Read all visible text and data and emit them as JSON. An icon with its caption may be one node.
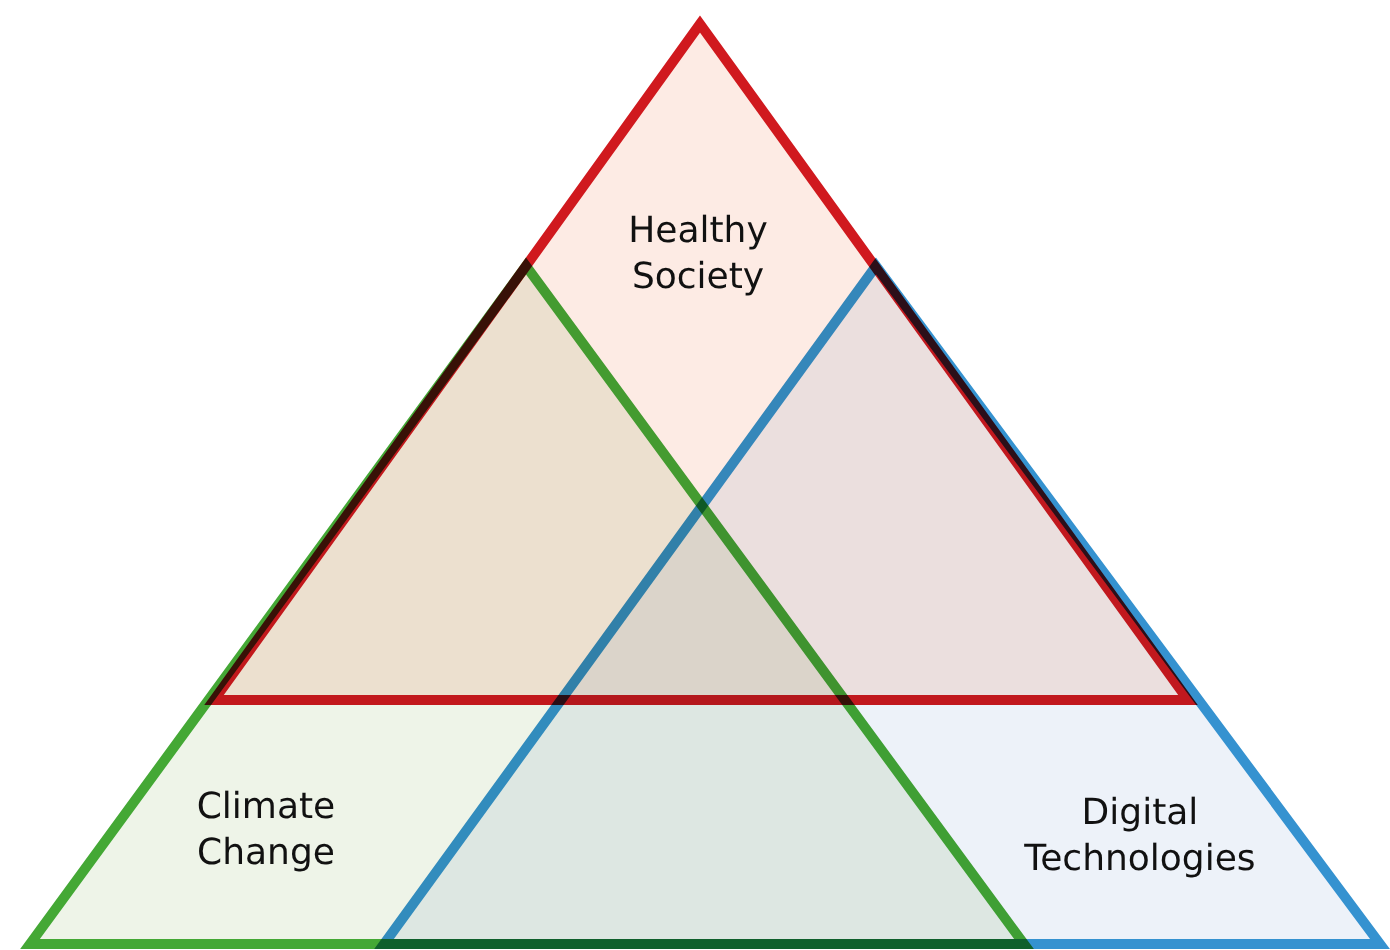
{
  "diagram": {
    "nodes": [
      {
        "text": [
          "Healthy Society"
        ]
      },
      {
        "text": [
          "Climate Change"
        ]
      },
      {
        "text": [
          "Digital Technologies"
        ]
      }
    ]
  }
}
